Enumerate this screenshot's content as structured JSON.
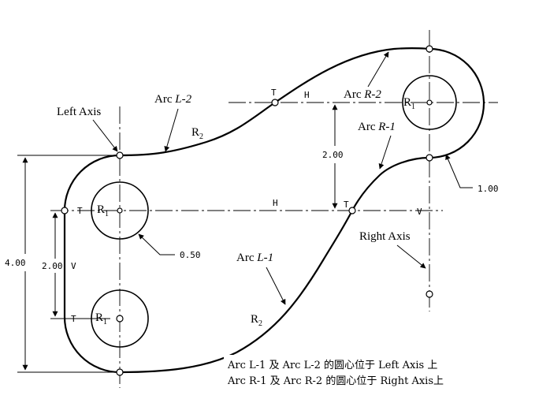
{
  "labels": {
    "left_axis": "Left Axis",
    "right_axis": "Right Axis",
    "arc_word": "Arc",
    "l1": "L-1",
    "l2": "L-2",
    "r1": "R-1",
    "r2": "R-2",
    "r_letter": "R",
    "sub1": "1",
    "sub2": "2"
  },
  "markers": {
    "tangent": "T",
    "horizontal": "H",
    "vertical": "V"
  },
  "dimensions": {
    "height_total": "4.00",
    "height_inner": "2.00",
    "offset_right": "2.00",
    "radius_small": "0.50",
    "radius_right": "1.00"
  },
  "notes": {
    "line1": "Arc L-1 及 Arc L-2 的圆心位于 Left Axis 上",
    "line2": "Arc R-1 及 Arc R-2 的圆心位于 Right Axis上"
  }
}
